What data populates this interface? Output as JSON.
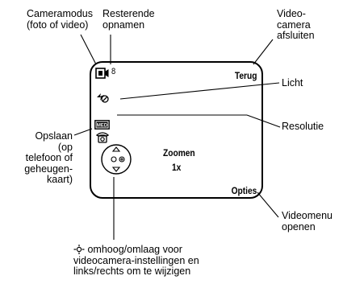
{
  "callouts": {
    "camera_mode": [
      "Cameramodus",
      "(foto of video)"
    ],
    "remaining": [
      "Resterende",
      "opnamen"
    ],
    "exit": [
      "Video-",
      "camera",
      "afsluiten"
    ],
    "light": "Licht",
    "resolution": "Resolutie",
    "store": [
      "Opslaan",
      "(op",
      "telefoon of",
      "geheugen-",
      "kaart)"
    ],
    "menu": [
      "Videomenu",
      "openen"
    ],
    "navigate": [
      "omhoog/omlaag voor",
      "videocamera-instellingen en",
      "links/rechts om te wijzigen"
    ]
  },
  "screen": {
    "count": "8",
    "back_key": "Terug",
    "options_key": "Opties",
    "zoom_label": "Zoomen",
    "zoom_value": "1x",
    "res_icon_text": "MED"
  }
}
